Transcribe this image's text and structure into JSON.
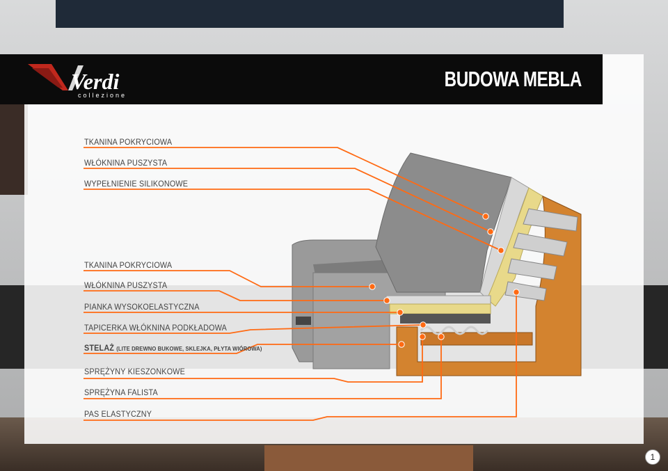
{
  "header": {
    "logo_text": "Verdi",
    "logo_subtext": "collezione",
    "title": "BUDOWA MEBLA"
  },
  "labels": [
    {
      "text": "TKANINA POKRYCIOWA"
    },
    {
      "text": "WŁÓKNINA PUSZYSTA"
    },
    {
      "text": "WYPEŁNIENIE SILIKONOWE"
    },
    {
      "text": "TKANINA POKRYCIOWA"
    },
    {
      "text": "WŁÓKNINA PUSZYSTA"
    },
    {
      "text": "PIANKA WYSOKOELASTYCZNA"
    },
    {
      "text": "TAPICERKA WŁÓKNINA PODKŁADOWA"
    },
    {
      "text": "STELAŻ",
      "note": "(LITE DREWNO BUKOWE, SKLEJKA, PŁYTA WIÓROWA)"
    },
    {
      "text": "SPRĘŻYNY KIESZONKOWE"
    },
    {
      "text": "SPRĘŻYNA FALISTA"
    },
    {
      "text": "PAS ELASTYCZNY"
    }
  ],
  "colors": {
    "leader_line": "#ff6a13",
    "header_bg": "#0b0b0b",
    "frame_wood": "#d3832f",
    "fabric_gray": "#8c8c8c",
    "foam_yellow": "#e8d98a"
  },
  "page_number": "1"
}
